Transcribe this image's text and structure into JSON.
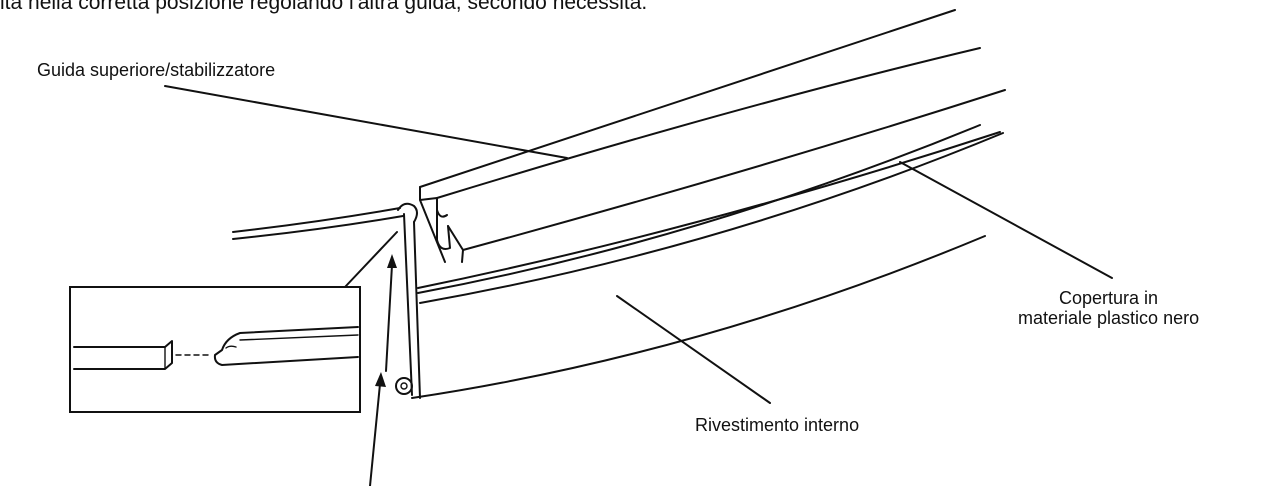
{
  "intro_text": "ita nella corretta posizione regolando l'altra guida, secondo necessità.",
  "labels": {
    "top_guide": "Guida superiore/stabilizzatore",
    "cover_line1": "Copertura in",
    "cover_line2": "materiale plastico nero",
    "inner_liner": "Rivestimento interno"
  }
}
